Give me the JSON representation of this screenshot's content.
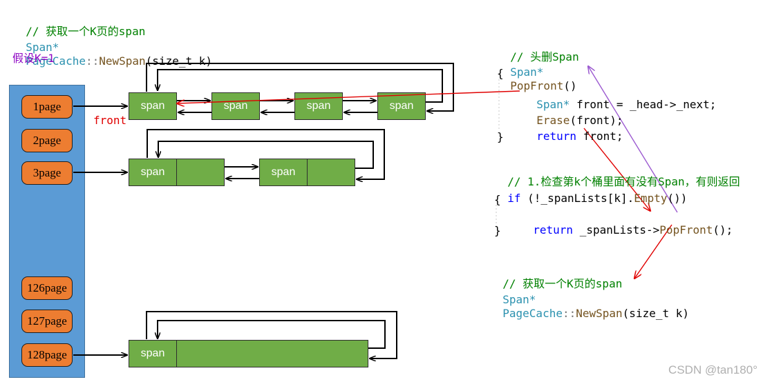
{
  "top_code": {
    "comment": "// 获取一个K页的span",
    "sig_type": "Span*",
    "sig_class": "PageCache",
    "sig_sep": "::",
    "sig_func": "NewSpan",
    "sig_params": "(size_t k)"
  },
  "assume_text": "假设K=1",
  "pages": [
    "1page",
    "2page",
    "3page",
    "126page",
    "127page",
    "128page"
  ],
  "span_label": "span",
  "front_label": "front",
  "popfront_code": {
    "comment": "// 头删Span",
    "sig_type": "Span*",
    "sig_func": "PopFront",
    "sig_parens": "()",
    "open_brace": "{",
    "line1_type": "Span*",
    "line1_rest": " front = _head->_next;",
    "line2_func": "Erase",
    "line2_rest": "(front);",
    "line3_kw": "return",
    "line3_rest": " front;",
    "close_brace": "}"
  },
  "check_code": {
    "comment": "// 1.检查第k个桶里面有没有Span，有则返回",
    "if_kw": "if",
    "if_rest": " (!_spanLists[k].",
    "if_func": "Empty",
    "if_end": "())",
    "open_brace": "{",
    "ret_kw": "return",
    "ret_rest": " _spanLists->",
    "ret_func": "PopFront",
    "ret_end": "();",
    "close_brace": "}"
  },
  "bottom_code": {
    "comment": "// 获取一个K页的span",
    "sig_type": "Span*",
    "sig_class": "PageCache",
    "sig_sep": "::",
    "sig_func": "NewSpan",
    "sig_params": "(size_t k)"
  },
  "watermark": "CSDN @tan180°"
}
